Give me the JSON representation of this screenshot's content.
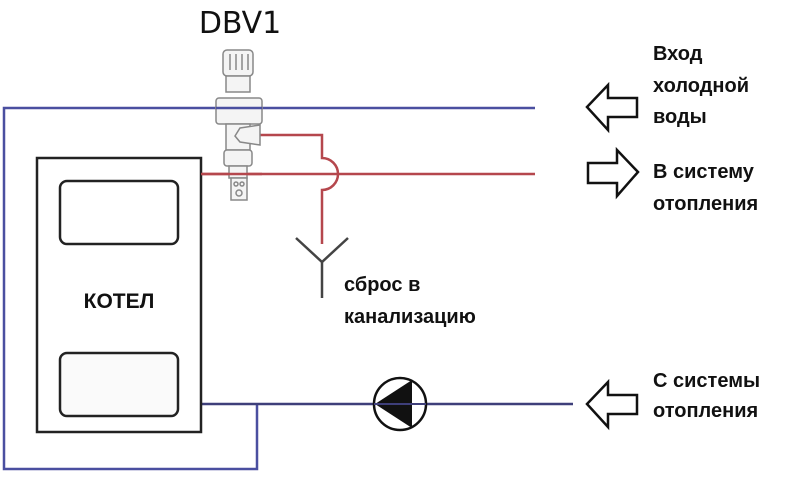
{
  "diagram": {
    "valve_label": "DBV1",
    "boiler_label": "КОТЕЛ",
    "drain_label": [
      "сброс в",
      "канализацию"
    ],
    "labels": {
      "cold_water_in": [
        "Вход",
        "холодной",
        "воды"
      ],
      "to_heating": [
        "В систему",
        "отопления"
      ],
      "from_heating": [
        "С системы",
        "отопления"
      ]
    },
    "colors": {
      "cold_line": "#4a4fa0",
      "hot_line": "#b5474d",
      "return_line": "#3e3f7a",
      "outline": "#222222"
    }
  }
}
